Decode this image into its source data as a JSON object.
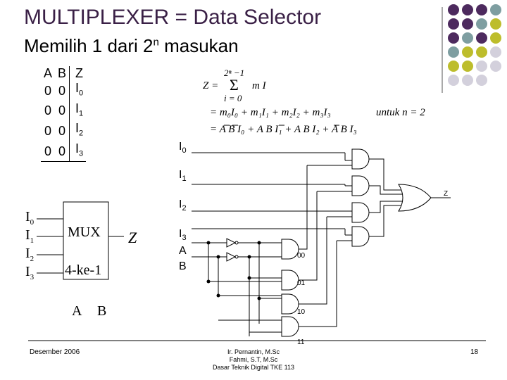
{
  "title": "MULTIPLEXER  =  Data Selector",
  "subtitle": {
    "text": "Memilih 1 dari 2",
    "sup": "n",
    "rest": " masukan"
  },
  "truth_table": {
    "headers": [
      "A",
      "B",
      "Z"
    ],
    "rows": [
      {
        "a": "0",
        "b": "0",
        "z": "I",
        "zsub": "0"
      },
      {
        "a": "0",
        "b": "0",
        "z": "I",
        "zsub": "1"
      },
      {
        "a": "0",
        "b": "0",
        "z": "I",
        "zsub": "2"
      },
      {
        "a": "0",
        "b": "0",
        "z": "I",
        "zsub": "3"
      }
    ]
  },
  "equation": {
    "sum_top": "2ⁿ −1",
    "sum_lhs": "Z =",
    "sum_sym": "Σ",
    "sum_term": "m I",
    "sum_bottom": "i = 0",
    "line2": "= m₀I₀ + m₁I₁ + m₂I₂ + m₃I₃",
    "untuk": "untuk  n = 2",
    "line3": "= A B I₀ + A B I₁ + A B I₂ + A B I₃"
  },
  "circuit": {
    "inputs": [
      "I",
      "I",
      "I",
      "I"
    ],
    "input_subs": [
      "0",
      "1",
      "2",
      "3"
    ],
    "select_a": "A",
    "select_b": "B",
    "output": "Z",
    "gate_labels": [
      "00",
      "01",
      "10",
      "11"
    ]
  },
  "mux_block": {
    "inputs": [
      "I",
      "I",
      "I",
      "I"
    ],
    "input_subs": [
      "0",
      "1",
      "2",
      "3"
    ],
    "name": "MUX",
    "type": "4-ke-1",
    "output": "Z",
    "select_a": "A",
    "select_b": "B"
  },
  "footer": {
    "left": "Desember 2006",
    "author1": "Ir. Pernantin, M.Sc",
    "author2": "Fahmi, S.T, M.Sc",
    "course": "Dasar Teknik Digital TKE 113",
    "page": "18"
  },
  "colors": {
    "title": "#3a2046",
    "purple": "#4d2a5e",
    "teal": "#7e9ea1",
    "olive": "#bdbd2c",
    "lavender": "#d3d0dc"
  }
}
